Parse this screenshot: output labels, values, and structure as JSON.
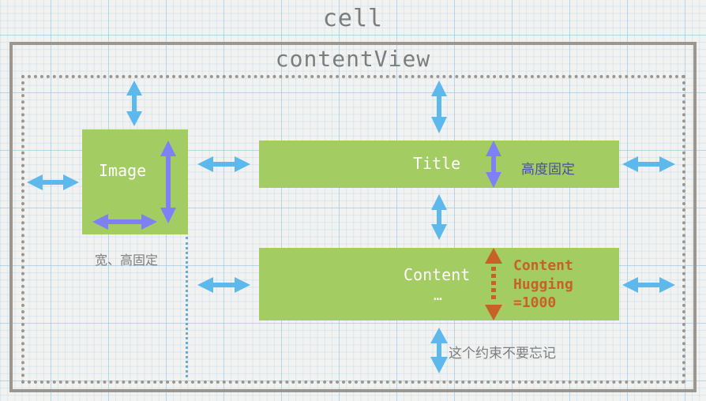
{
  "diagram": {
    "cell_label": "cell",
    "content_view_label": "contentView",
    "blocks": {
      "image": {
        "label": "Image",
        "note": "宽、高固定"
      },
      "title": {
        "label": "Title",
        "note": "高度固定"
      },
      "content": {
        "label": "Content",
        "ellipsis": "…",
        "note": "Content\nHugging\n=1000"
      }
    },
    "bottom_constraint_note": "这个约束不要忘记",
    "colors": {
      "block_fill": "#a3cc62",
      "constraint_arrow": "#5db8ec",
      "size_arrow": "#7f80f5",
      "hugging_arrow": "#c8602a",
      "container_border": "#9d968e"
    },
    "constraints": [
      {
        "name": "image-top",
        "type": "edge-spacing",
        "orientation": "vertical"
      },
      {
        "name": "image-leading",
        "type": "edge-spacing",
        "orientation": "horizontal"
      },
      {
        "name": "image-width",
        "type": "fixed-size",
        "orientation": "horizontal"
      },
      {
        "name": "image-height",
        "type": "fixed-size",
        "orientation": "vertical"
      },
      {
        "name": "title-top",
        "type": "edge-spacing",
        "orientation": "vertical"
      },
      {
        "name": "title-leading-to-image",
        "type": "edge-spacing",
        "orientation": "horizontal"
      },
      {
        "name": "title-trailing",
        "type": "edge-spacing",
        "orientation": "horizontal"
      },
      {
        "name": "title-height",
        "type": "fixed-size",
        "orientation": "vertical"
      },
      {
        "name": "title-content-spacing",
        "type": "edge-spacing",
        "orientation": "vertical"
      },
      {
        "name": "content-leading-to-image",
        "type": "edge-spacing",
        "orientation": "horizontal"
      },
      {
        "name": "content-trailing",
        "type": "edge-spacing",
        "orientation": "horizontal"
      },
      {
        "name": "content-hugging",
        "type": "content-hugging",
        "orientation": "vertical",
        "priority": 1000
      },
      {
        "name": "content-bottom",
        "type": "edge-spacing",
        "orientation": "vertical"
      }
    ]
  }
}
